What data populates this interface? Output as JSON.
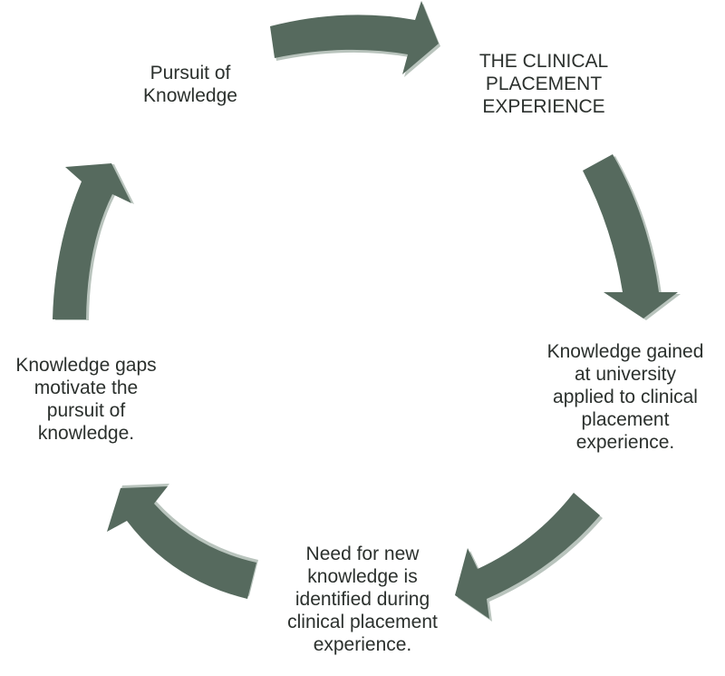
{
  "diagram": {
    "type": "cycle",
    "colors": {
      "arrow_fill": "#566a5e",
      "arrow_shadow": "#b9c4bd",
      "text": "#2b302d",
      "background": "#ffffff"
    },
    "nodes": [
      {
        "id": "pursuit",
        "lines": [
          "Pursuit of",
          "Knowledge"
        ]
      },
      {
        "id": "clinical-placement",
        "lines": [
          "THE CLINICAL",
          "PLACEMENT",
          "EXPERIENCE"
        ]
      },
      {
        "id": "knowledge-applied",
        "lines": [
          "Knowledge gained",
          "at university",
          "applied to clinical",
          "placement",
          "experience."
        ]
      },
      {
        "id": "need-identified",
        "lines": [
          "Need for new",
          "knowledge is",
          "identified during",
          "clinical placement",
          "experience."
        ]
      },
      {
        "id": "gaps-motivate",
        "lines": [
          "Knowledge gaps",
          "motivate the",
          "pursuit of",
          "knowledge."
        ]
      }
    ],
    "edges": [
      {
        "from": "pursuit",
        "to": "clinical-placement"
      },
      {
        "from": "clinical-placement",
        "to": "knowledge-applied"
      },
      {
        "from": "knowledge-applied",
        "to": "need-identified"
      },
      {
        "from": "need-identified",
        "to": "gaps-motivate"
      },
      {
        "from": "gaps-motivate",
        "to": "pursuit"
      }
    ]
  }
}
